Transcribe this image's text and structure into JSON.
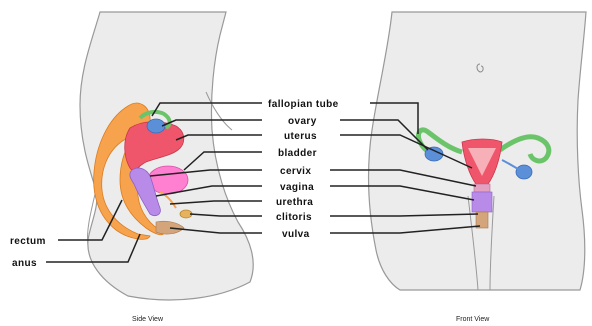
{
  "labels": {
    "fallopian_tube": "fallopian tube",
    "ovary": "ovary",
    "uterus": "uterus",
    "bladder": "bladder",
    "cervix": "cervix",
    "vagina": "vagina",
    "urethra": "urethra",
    "clitoris": "clitoris",
    "vulva": "vulva",
    "rectum": "rectum",
    "anus": "anus"
  },
  "captions": {
    "side_view": "Side View",
    "front_view": "Front View"
  },
  "colors": {
    "body_fill": "#ececec",
    "body_outline": "#999999",
    "uterus": "#f0566b",
    "bladder": "#ff7fd0",
    "vagina": "#b98be8",
    "rectum": "#f7a24c",
    "ovary": "#5b8fd8",
    "fallopian_tube": "#6cc46a",
    "clitoris": "#e6b25c",
    "vulva": "#d4a47a"
  }
}
